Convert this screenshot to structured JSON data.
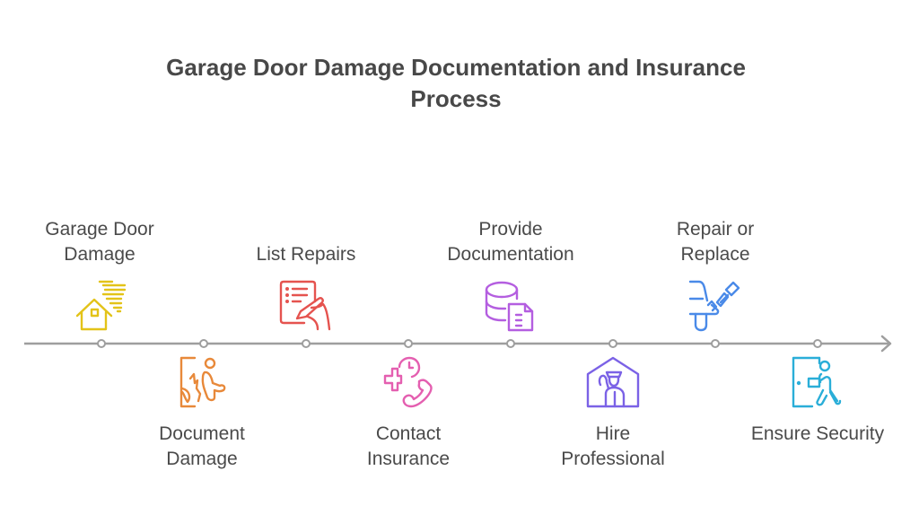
{
  "title": {
    "line1": "Garage Door Damage Documentation and Insurance",
    "line2": "Process"
  },
  "steps": [
    {
      "label_lines": [
        "Garage Door",
        "Damage"
      ],
      "icon": "house-wind-damage-icon",
      "color": "#e3c318",
      "position": "above"
    },
    {
      "label_lines": [
        "Document",
        "Damage"
      ],
      "icon": "person-falling-door-icon",
      "color": "#e8893a",
      "position": "below"
    },
    {
      "label_lines": [
        "",
        "List Repairs"
      ],
      "icon": "checklist-writing-hand-icon",
      "color": "#e5534f",
      "position": "above"
    },
    {
      "label_lines": [
        "Contact",
        "Insurance"
      ],
      "icon": "medical-phone-clock-icon",
      "color": "#e45fb0",
      "position": "below"
    },
    {
      "label_lines": [
        "Provide",
        "Documentation"
      ],
      "icon": "database-document-icon",
      "color": "#b45ee0",
      "position": "above"
    },
    {
      "label_lines": [
        "Hire",
        "Professional"
      ],
      "icon": "house-worker-icon",
      "color": "#7b62e6",
      "position": "below"
    },
    {
      "label_lines": [
        "Repair or",
        "Replace"
      ],
      "icon": "plumbing-pipe-icon",
      "color": "#4a8ae8",
      "position": "above"
    },
    {
      "label_lines": [
        "",
        "Ensure Security"
      ],
      "icon": "person-door-package-icon",
      "color": "#2aaed8",
      "position": "below"
    }
  ],
  "timeline": {
    "line_color": "#9e9e9e"
  }
}
